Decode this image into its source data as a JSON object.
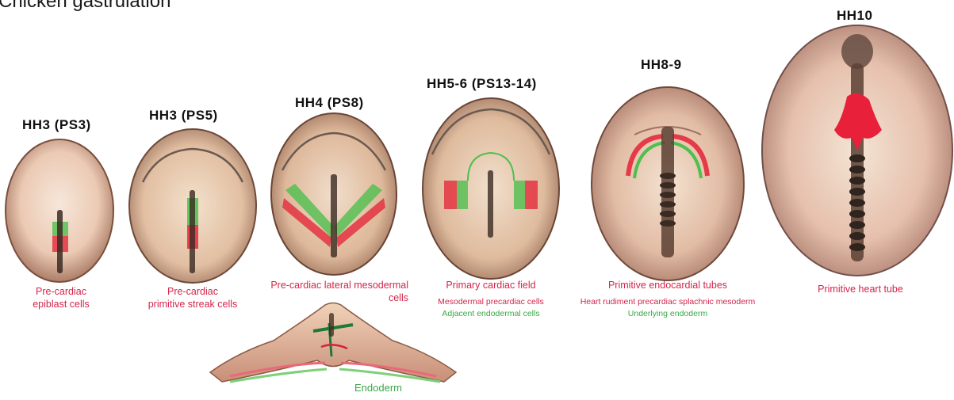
{
  "title": "Chicken gastrulation",
  "stages": [
    {
      "label": "HH3  (PS3)",
      "caption": [
        "Pre-cardiac",
        "epiblast cells"
      ]
    },
    {
      "label": "HH3  (PS5)",
      "caption": [
        "Pre-cardiac",
        "primitive streak cells"
      ]
    },
    {
      "label": "HH4  (PS8)",
      "caption": [
        "Pre-cardiac lateral mesodermal",
        "cells"
      ]
    },
    {
      "label": "HH5-6  (PS13-14)",
      "caption": [
        "Primary cardiac field"
      ],
      "sub": {
        "red": "Mesodermal precardiac cells",
        "green": "Adjacent endodermal cells"
      }
    },
    {
      "label": "HH8-9",
      "caption": [
        "Primitive endocardial tubes"
      ],
      "sub": {
        "red": "Heart rudiment precardiac splachnic mesoderm",
        "green": "Underlying endoderm"
      }
    },
    {
      "label": "HH10",
      "caption": [
        "Primitive heart tube"
      ]
    }
  ],
  "cross_section": {
    "label": "Endoderm"
  },
  "colors": {
    "mesoderm_red": "#e0203a",
    "endoderm_green": "#3aa845",
    "embryo_tan": "#e8c9a8"
  }
}
